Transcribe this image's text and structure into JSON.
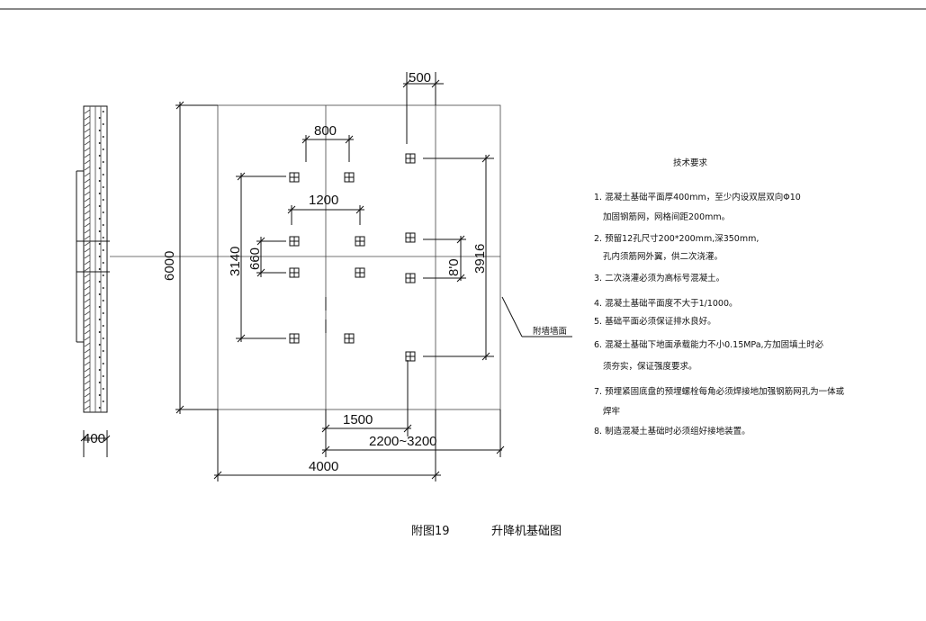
{
  "dimensions": {
    "top_500": "500",
    "d_800": "800",
    "d_1200": "1200",
    "d_6000": "6000",
    "d_3140": "3140",
    "d_660": "660",
    "d_810": "8'0",
    "d_3916": "3916",
    "d_1500": "1500",
    "d_2200_3200": "2200~3200",
    "d_4000": "4000",
    "d_400": "400"
  },
  "wall_label": "附墙墙面",
  "notes": {
    "title": "技术要求",
    "items": [
      "1. 混凝土基础平面厚400mm，至少内设双层双向Φ10",
      "   加固钢筋网，网格间距200mm。",
      "2. 预留12孔尺寸200*200mm,深350mm,",
      "   孔内须筋网外翼，供二次浇灌。",
      "3. 二次浇灌必须为高标号混凝土。",
      "4. 混凝土基础平面度不大于1/1000。",
      "5. 基础平面必须保证排水良好。",
      "6. 混凝土基础下地面承载能力不小0.15MPa,方加固填土时必",
      "   须夯实，保证强度要求。",
      "7. 预埋紧固底盘的预埋螺栓每角必须焊接地加强钢筋网孔为一体或",
      "   焊牢",
      "8. 制造混凝土基础时必须组好接地装置。"
    ]
  },
  "caption": {
    "fig": "附图19",
    "title": "升降机基础图"
  }
}
